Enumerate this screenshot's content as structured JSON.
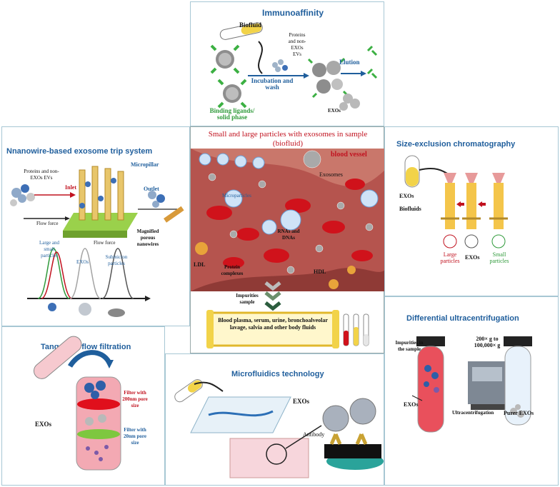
{
  "immuno": {
    "title": "Immunoaffinity",
    "biofluid": "Biofluid",
    "proteins": "Proteins and non-EXOs EVs",
    "incubation": "Incubation and wash",
    "elution": "Elution",
    "exos": "EXOs",
    "binding": "Binding ligands/ solid phase"
  },
  "nanowire": {
    "title": "Nnanowire-based exosome trip system",
    "proteins": "Proteins and non-EXOs EVs",
    "micropillar": "Micropillar",
    "inlet": "Inlet",
    "outlet": "Outlet",
    "flow_force_1": "Flow force",
    "flow_force_2": "Flow force",
    "magnified": "Magnified porous nanowires",
    "large_small": "Large and small particles",
    "exos": "EXOs",
    "submicron": "Submicron particles"
  },
  "center": {
    "title": "Small and large particles with exosomes in sample (biofluid)",
    "blood_vessel": "blood vessel",
    "exosomes": "Exosomes",
    "microparticles": "Microparticles",
    "rna_dna": "RNAs and DNAs",
    "ldl": "LDL",
    "protein_complexes": "Protein complexes",
    "hdl": "HDL",
    "impurities": "Impurities sample",
    "scroll_text": "Blood plasma, serum, urine, bronchoalveolar lavage, salvia and other body fluids"
  },
  "sec": {
    "title": "Size-exclusion chromatography",
    "exos": "EXOs",
    "biofluids": "Biofluids",
    "large": "Large particles",
    "exos2": "EXOs",
    "small": "Small particles"
  },
  "tff": {
    "title": "Tangential flow filtration",
    "filter200": "Filter with 200nm pore size",
    "exos": "EXOs",
    "filter20": "Filter with 20nm pore size"
  },
  "micro": {
    "title": "Microfluidics technology",
    "exos": "EXOs",
    "antibody": "Antibody"
  },
  "duc": {
    "title": "Differential ultracentrifugation",
    "impurities": "Impurities in the sample",
    "speed": "200× g to 100,000× g",
    "exos": "EXOs",
    "ultra": "Ultracentrifugation",
    "purer": "Purer EXOs"
  },
  "colors": {
    "title_blue": "#1f5e9c",
    "label_red": "#c1121f",
    "label_green": "#2f9a3a",
    "vessel": "#b5544e",
    "rbc": "#d0121b",
    "panel_border": "#a7c7d4"
  }
}
